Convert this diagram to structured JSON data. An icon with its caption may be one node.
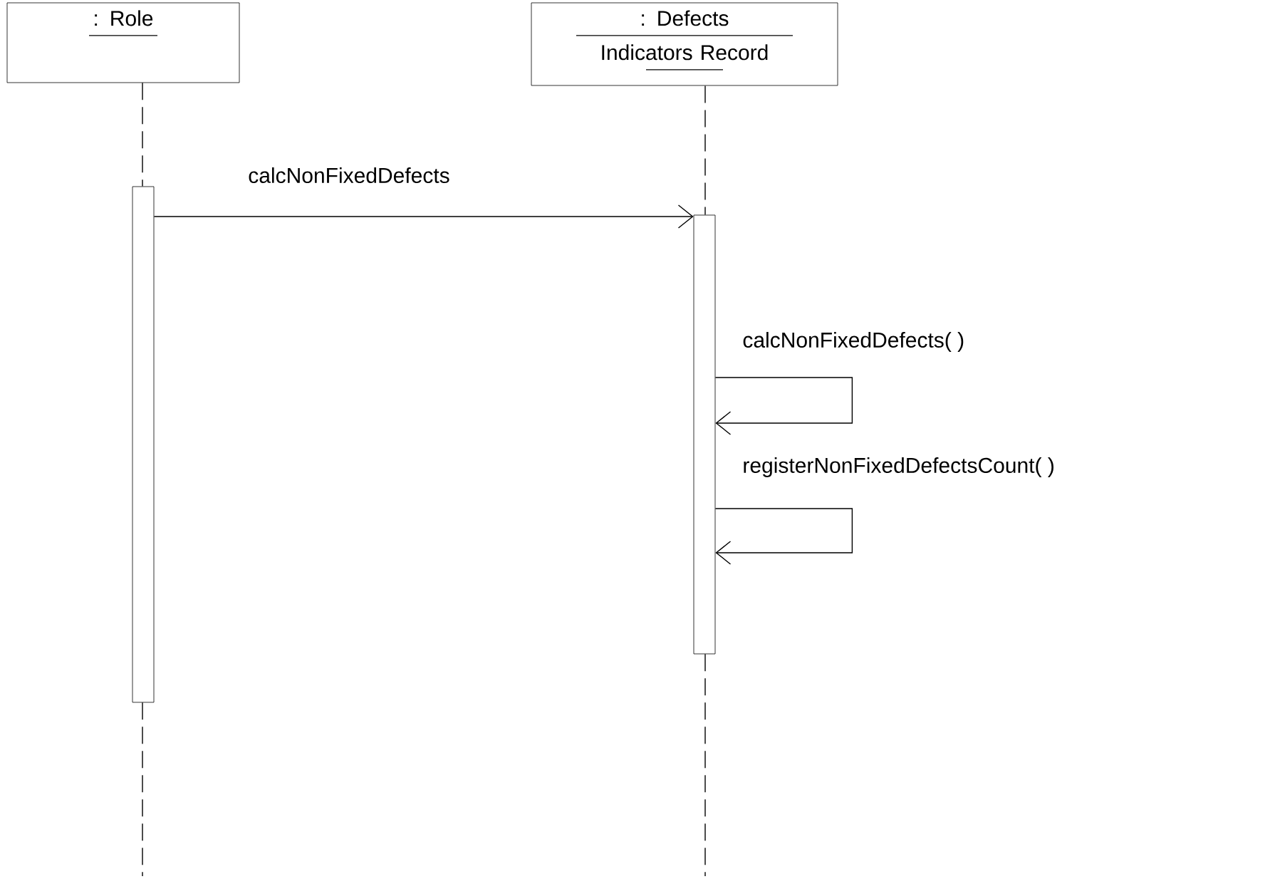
{
  "diagram": {
    "nodes": [
      {
        "text": [
          ": Role"
        ]
      },
      {
        "text": [
          ": Defects Indicators Record"
        ]
      },
      {
        "text": [],
        "shape": "bar"
      },
      {
        "text": [],
        "shape": "bar"
      }
    ],
    "edges": [
      {
        "from": 0,
        "to": 2,
        "arrow": "none",
        "style": "dashed"
      },
      {
        "from": 2,
        "to": null,
        "arrow": "none",
        "style": "dashed"
      },
      {
        "from": 1,
        "to": 3,
        "arrow": "none",
        "style": "dashed"
      },
      {
        "from": 3,
        "to": null,
        "arrow": "none",
        "style": "dashed"
      },
      {
        "from": 2,
        "to": 3,
        "arrow": "to",
        "label": "calcNonFixedDefects"
      },
      {
        "from": 3,
        "to": 3,
        "arrow": "to",
        "label": "calcNonFixedDefects( )"
      },
      {
        "from": 3,
        "to": 3,
        "arrow": "to",
        "label": "registerNonFixedDefectsCount( )"
      }
    ]
  }
}
